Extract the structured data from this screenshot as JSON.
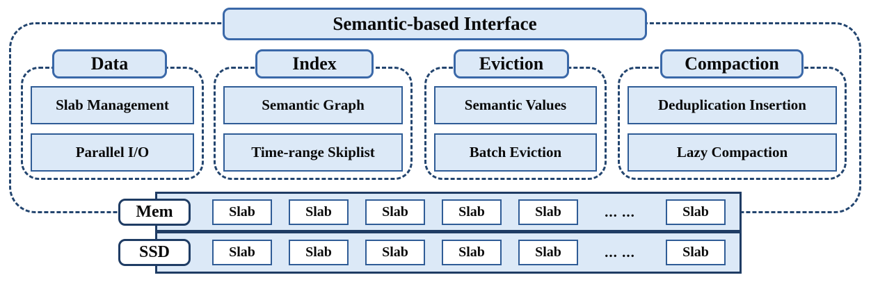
{
  "colors": {
    "fill": "#dce9f7",
    "medium": "#3a68a8",
    "cellborder": "#2f5c96",
    "dark": "#1f3c64",
    "dash": "#23456f",
    "text": "#0a0a0a",
    "white": "#ffffff"
  },
  "interface": {
    "label": "Semantic-based Interface"
  },
  "groups": [
    {
      "label": "Data",
      "items": [
        "Slab Management",
        "Parallel I/O"
      ]
    },
    {
      "label": "Index",
      "items": [
        "Semantic Graph",
        "Time-range Skiplist"
      ]
    },
    {
      "label": "Eviction",
      "items": [
        "Semantic Values",
        "Batch Eviction"
      ]
    },
    {
      "label": "Compaction",
      "items": [
        "Deduplication Insertion",
        "Lazy Compaction"
      ]
    }
  ],
  "storage": {
    "rows": [
      {
        "label": "Mem",
        "slabs": [
          "Slab",
          "Slab",
          "Slab",
          "Slab",
          "Slab",
          "Slab"
        ],
        "ellipsis": "... ..."
      },
      {
        "label": "SSD",
        "slabs": [
          "Slab",
          "Slab",
          "Slab",
          "Slab",
          "Slab",
          "Slab"
        ],
        "ellipsis": "... ..."
      }
    ]
  }
}
